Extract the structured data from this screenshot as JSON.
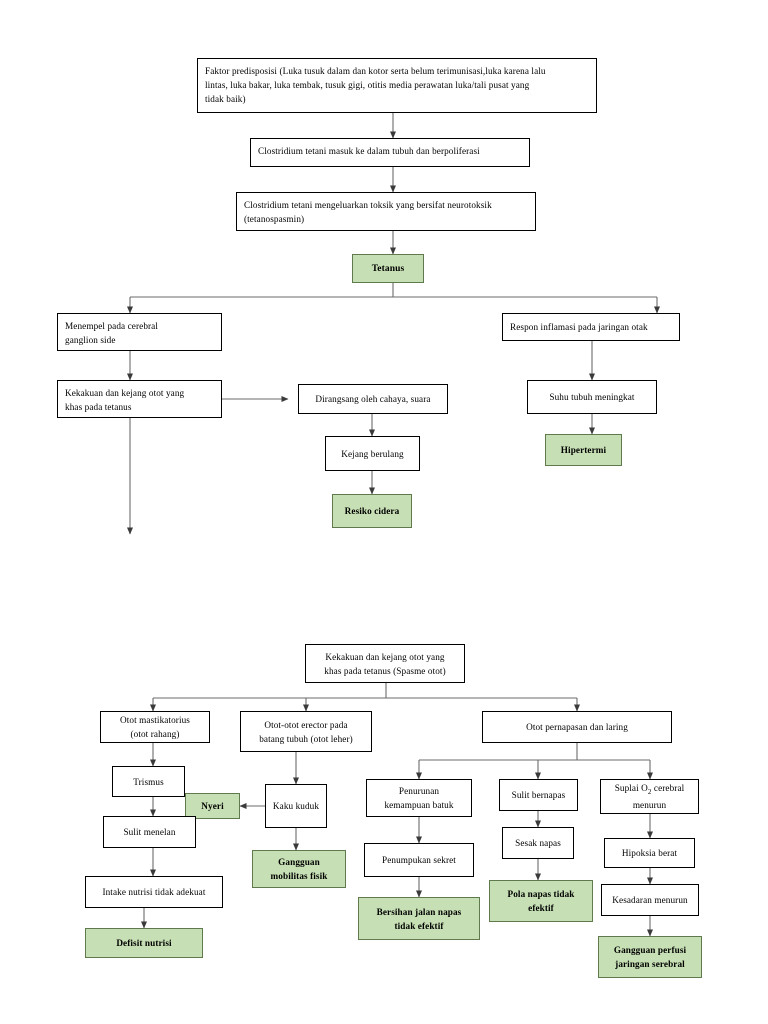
{
  "document": {
    "title": "Pathway Tetanus",
    "colors": {
      "diagnosis_fill": "#c6dfb4",
      "box_fill": "#ffffff",
      "line": "#3f3f3f",
      "text": "#000000"
    }
  },
  "section_top": {
    "nodes": {
      "faktor_predisposisi": {
        "line1": "Faktor predisposisi (Luka tusuk dalam dan kotor serta belum terimunisasi,luka karena lalu",
        "line2": "lintas, luka bakar, luka tembak, tusuk gigi, otitis media perawatan luka/tali pusat yang",
        "line3": "tidak baik)"
      },
      "masuk_tubuh": {
        "line1": "Clostridium tetani masuk ke dalam tubuh dan berpoliferasi"
      },
      "toksik": {
        "line1": "Clostridium tetani mengeluarkan toksik yang bersifat neurotoksik",
        "line2": "(tetanospasmin)"
      },
      "tetanus": {
        "line1": "Tetanus"
      },
      "cerebral_ganglion": {
        "line1": "Menempel pada cerebral",
        "line2": "ganglion side"
      },
      "respon_inflamasi": {
        "line1": "Respon inflamasi pada jaringan otak"
      },
      "kekakuan_kejang": {
        "line1": "Kekakuan dan kejang otot yang",
        "line2": "khas pada tetanus"
      },
      "dirangsang": {
        "line1": "Dirangsang oleh cahaya, suara"
      },
      "suhu_meningkat": {
        "line1": "Suhu tubuh meningkat"
      },
      "kejang_berulang": {
        "line1": "Kejang berulang"
      },
      "hipertermi": {
        "line1": "Hipertermi"
      },
      "resiko_cidera": {
        "line1": "Resiko cidera"
      }
    }
  },
  "section_bottom": {
    "nodes": {
      "spasme_otot": {
        "line1": "Kekakuan dan kejang otot yang",
        "line2": "khas pada tetanus (Spasme otot)"
      },
      "otot_mastikatorius": {
        "line1": "Otot mastikatorius",
        "line2": "(otot rahang)"
      },
      "otot_erector": {
        "line1": "Otot-otot erector pada",
        "line2": "batang tubuh (otot leher)"
      },
      "otot_pernapasan": {
        "line1": "Otot pernapasan dan laring"
      },
      "trismus": {
        "line1": "Trismus"
      },
      "nyeri": {
        "line1": "Nyeri"
      },
      "kaku_kuduk": {
        "line1": "Kaku kuduk"
      },
      "penurunan_batuk": {
        "line1": "Penurunan",
        "line2": "kemampuan batuk"
      },
      "sulit_bernapas": {
        "line1": "Sulit bernapas"
      },
      "suplai_o2": {
        "line1_pre": "Suplai O",
        "line1_sub": "2",
        "line1_post": " cerebral",
        "line2": "menurun"
      },
      "sulit_menelan": {
        "line1": "Sulit menelan"
      },
      "gangguan_mobilitas": {
        "line1": "Gangguan",
        "line2": "mobilitas fisik"
      },
      "penumpukan_sekret": {
        "line1": "Penumpukan sekret"
      },
      "sesak_napas": {
        "line1": "Sesak napas"
      },
      "hipoksia_berat": {
        "line1": "Hipoksia berat"
      },
      "intake_nutrisi": {
        "line1": "Intake nutrisi tidak adekuat"
      },
      "pola_napas": {
        "line1": "Pola napas tidak",
        "line2": "efektif"
      },
      "kesadaran_menurun": {
        "line1": "Kesadaran menurun"
      },
      "defisit_nutrisi": {
        "line1": "Defisit nutrisi"
      },
      "bersihan_jalan_napas": {
        "line1": "Bersihan jalan napas",
        "line2": "tidak efektif"
      },
      "gangguan_perfusi": {
        "line1": "Gangguan perfusi",
        "line2": "jaringan serebral"
      }
    }
  }
}
